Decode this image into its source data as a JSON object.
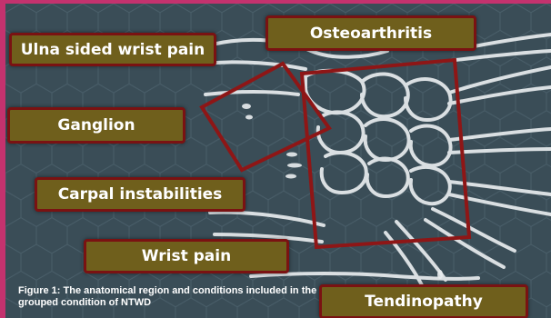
{
  "labels": {
    "ulna_sided_wrist_pain": "Ulna sided wrist pain",
    "osteoarthritis": "Osteoarthritis",
    "ganglion": "Ganglion",
    "carpal_instabilities": "Carpal instabilities",
    "wrist_pain": "Wrist pain",
    "tendinopathy": "Tendinopathy"
  },
  "caption": "Figure 1: The anatomical region and conditions included in the grouped condition of NTWD",
  "colors": {
    "background": "#3a4d57",
    "border": "#c4326e",
    "label_fill": "#6f5f1c",
    "label_border": "#7a1212",
    "region_outline": "#8e1616",
    "bone": "#e8ecee"
  }
}
